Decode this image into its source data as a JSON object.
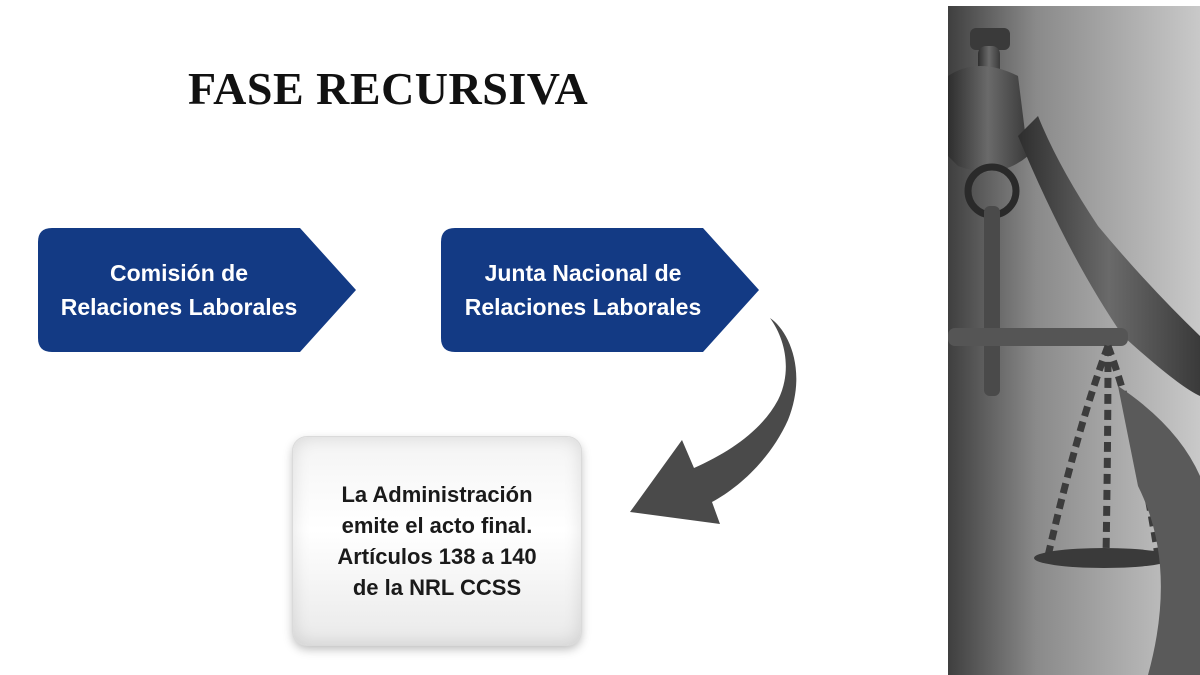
{
  "title": "FASE RECURSIVA",
  "flow": {
    "step1": "Comisión de Relaciones Laborales",
    "step2": "Junta Nacional de Relaciones Laborales",
    "final": "La Administración\nemite el acto final.\nArtículos 138 a 140\nde la NRL CCSS"
  },
  "colors": {
    "chevron": "#133a84",
    "arrow": "#4a4a4a",
    "title": "#111111"
  },
  "photo": {
    "subject": "scales-of-justice-statue"
  }
}
